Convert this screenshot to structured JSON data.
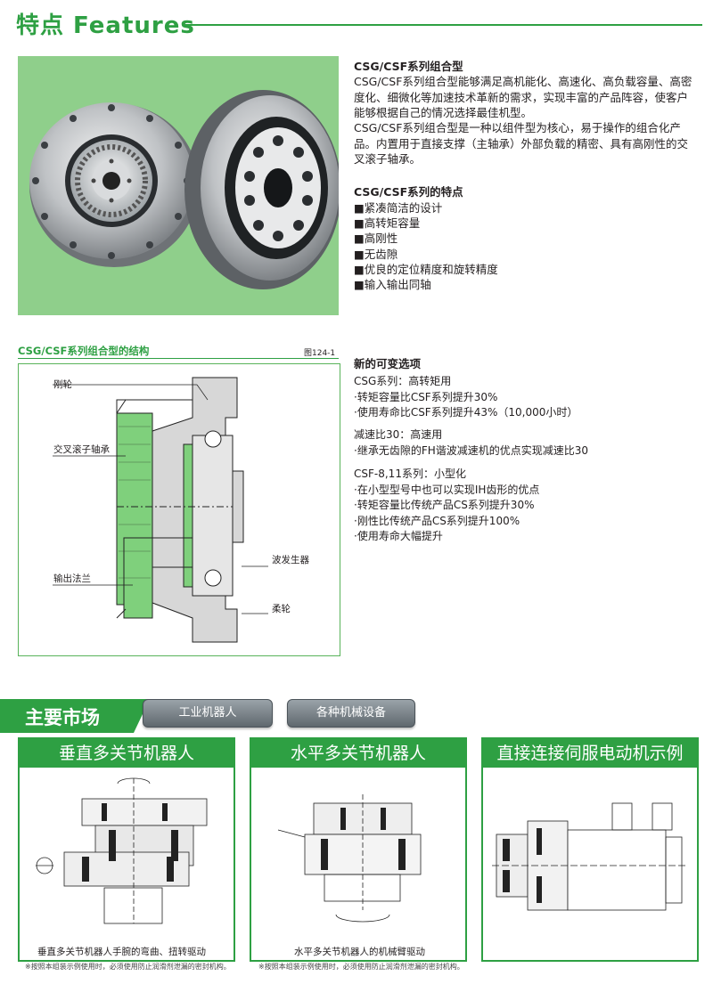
{
  "header": {
    "title": "特点  Features"
  },
  "intro": {
    "heading": "CSG/CSF系列组合型",
    "paragraphs": [
      "CSG/CSF系列组合型能够满足高机能化、高速化、高负载容量、高密度化、细微化等加速技术革新的需求，实现丰富的产品阵容，使客户能够根据自己的情况选择最佳机型。",
      "CSG/CSF系列组合型是一种以组件型为核心，易于操作的组合化产品。内置用于直接支撑（主轴承）外部负载的精密、具有高刚性的交叉滚子轴承。"
    ]
  },
  "features": {
    "heading": "CSG/CSF系列的特点",
    "items": [
      "■紧凑简洁的设计",
      "■高转矩容量",
      "■高刚性",
      "■无齿隙",
      "■优良的定位精度和旋转精度",
      "■输入输出同轴"
    ]
  },
  "structure": {
    "title": "CSG/CSF系列组合型的结构",
    "figure_no": "图124-1",
    "labels": {
      "circular_spline": "刚轮",
      "cross_roller": "交叉滚子轴承",
      "output_flange": "输出法兰",
      "wave_generator": "波发生器",
      "flexspline": "柔轮"
    }
  },
  "options": {
    "heading": "新的可变选项",
    "groups": [
      {
        "title": "CSG系列：高转矩用",
        "items": [
          "·转矩容量比CSF系列提升30%",
          "·使用寿命比CSF系列提升43%（10,000小时）"
        ]
      },
      {
        "title": "减速比30：高速用",
        "items": [
          "·继承无齿隙的FH谐波减速机的优点实现减速比30"
        ]
      },
      {
        "title": "CSF-8,11系列：小型化",
        "items": [
          "·在小型型号中也可以实现IH齿形的优点",
          "·转矩容量比传统产品CS系列提升30%",
          "·刚性比传统产品CS系列提升100%",
          "·使用寿命大幅提升"
        ]
      }
    ]
  },
  "market": {
    "title": "主要市场",
    "buttons": [
      "工业机器人",
      "各种机械设备"
    ],
    "panels": [
      {
        "title": "垂直多关节机器人",
        "caption": "垂直多关节机器人手腕的弯曲、扭转驱动",
        "note": "※按照本组装示例使用时，必须使用防止润滑剂泄漏的密封机构。"
      },
      {
        "title": "水平多关节机器人",
        "caption": "水平多关节机器人的机械臂驱动",
        "note": "※按照本组装示例使用时，必须使用防止润滑剂泄漏的密封机构。"
      },
      {
        "title": "直接连接伺服电动机示例",
        "caption": "",
        "note": ""
      }
    ]
  },
  "colors": {
    "brand_green": "#2ea043",
    "diagram_green": "#7fd07c"
  }
}
